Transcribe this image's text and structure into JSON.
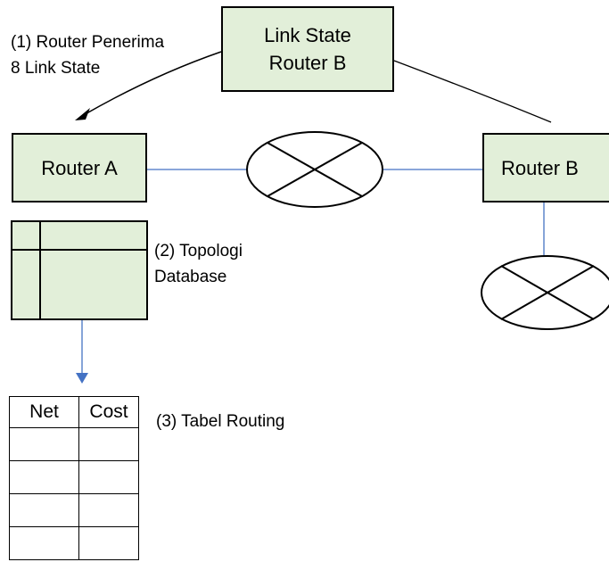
{
  "diagram": {
    "link_state_box": {
      "line1": "Link State",
      "line2": "Router B"
    },
    "router_a_label": "Router A",
    "router_b_label": "Router B",
    "note_1": {
      "line1": "(1) Router Penerima",
      "line2": "8 Link State"
    },
    "note_2": {
      "line1": "(2) Topologi",
      "line2": "Database"
    },
    "note_3": "(3) Tabel Routing",
    "routing_table": {
      "headers": [
        "Net",
        "Cost"
      ],
      "rows": [
        [
          "",
          ""
        ],
        [
          "",
          ""
        ],
        [
          "",
          ""
        ],
        [
          "",
          ""
        ]
      ]
    },
    "colors": {
      "box_fill": "#e2efd9",
      "link_line": "#4472c4",
      "outline": "#000000"
    }
  }
}
